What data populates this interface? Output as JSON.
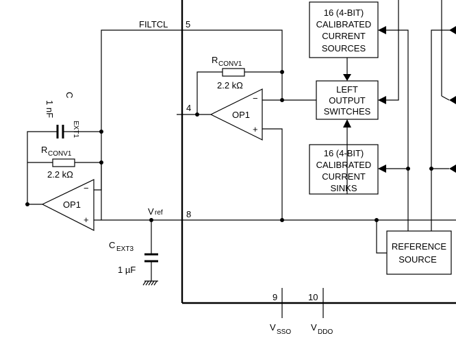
{
  "signals": {
    "filtcl": "FILTCL",
    "vref": "V",
    "vref_sub": "ref",
    "vsso": "V",
    "vsso_sub": "SSO",
    "vddo": "V",
    "vddo_sub": "DDO"
  },
  "pins": {
    "p5": "5",
    "p4": "4",
    "p8": "8",
    "p9": "9",
    "p10": "10"
  },
  "components": {
    "cext1_name": "C",
    "cext1_sub": "EXT1",
    "cext1_value": "1 nF",
    "rconv1_ext_name": "R",
    "rconv1_ext_sub": "CONV1",
    "rconv1_ext_value": "2.2 kΩ",
    "rconv1_int_name": "R",
    "rconv1_int_sub": "CONV1",
    "rconv1_int_value": "2.2 kΩ",
    "cext3_name": "C",
    "cext3_sub": "EXT3",
    "cext3_value": "1 µF",
    "op1_ext": "OP1",
    "op1_int": "OP1",
    "minus": "−",
    "plus": "+"
  },
  "blocks": {
    "sources": [
      "16 (4-BIT)",
      "CALIBRATED",
      "CURRENT",
      "SOURCES"
    ],
    "switches": [
      "LEFT",
      "OUTPUT",
      "SWITCHES"
    ],
    "sinks": [
      "16 (4-BIT)",
      "CALIBRATED",
      "CURRENT",
      "SINKS"
    ],
    "reference": [
      "REFERENCE",
      "SOURCE"
    ]
  }
}
